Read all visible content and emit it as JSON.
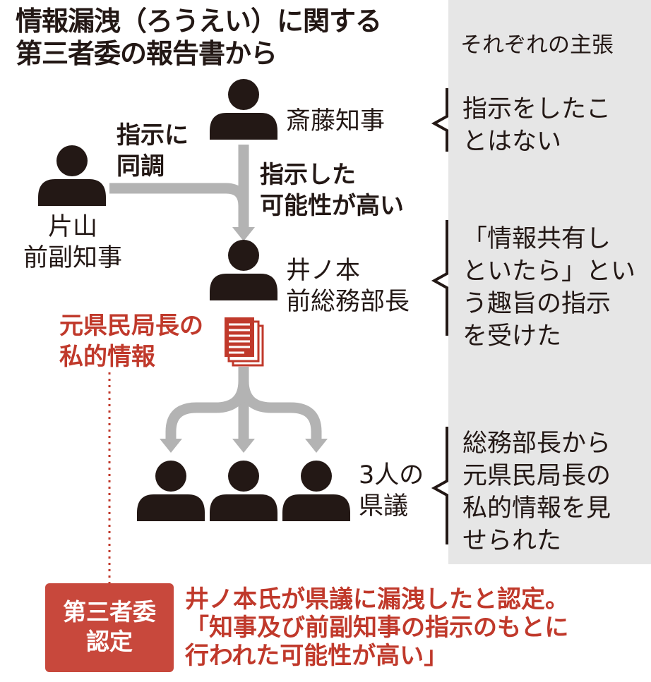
{
  "title": {
    "line1": "情報漏洩（ろうえい）に関する",
    "line2": "第三者委の報告書から"
  },
  "claims_panel": {
    "header": "それぞれの主張",
    "saito": [
      "指示をしたこ",
      "とはない"
    ],
    "inomoto": [
      "「情報共有し",
      "といたら」とい",
      "う趣旨の指示",
      "を受けた"
    ],
    "members": [
      "総務部長から",
      "元県民局長の",
      "私的情報を見",
      "せられた"
    ]
  },
  "people": {
    "saito": "斎藤知事",
    "katayama": [
      "片山",
      "前副知事"
    ],
    "inomoto": [
      "井ノ本",
      "前総務部長"
    ],
    "members": [
      "3人の",
      "県議"
    ]
  },
  "labels": {
    "concur": [
      "指示に",
      "同調"
    ],
    "likely": [
      "指示した",
      "可能性が高い"
    ],
    "private_info": [
      "元県民局長の",
      "私的情報"
    ]
  },
  "committee": {
    "badge": [
      "第三者委",
      "認定"
    ],
    "conclusion": [
      "井ノ本氏が県議に漏洩したと認定。",
      "「知事及び前副知事の指示のもとに",
      "行われた可能性が高い」"
    ]
  },
  "colors": {
    "person": "#231815",
    "arrow": "#b3b3b3",
    "accent_red": "#c0392b",
    "badge_red": "#c8483c",
    "panel_gray": "#e6e6e6"
  },
  "icons": [
    "person-icon",
    "document-stack-icon",
    "brace-icon",
    "arrow-icon"
  ]
}
